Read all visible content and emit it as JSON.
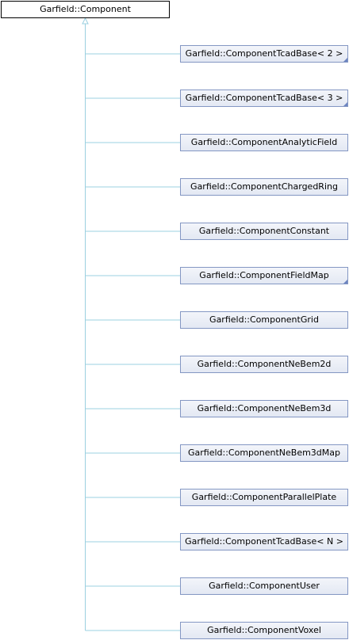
{
  "diagram": {
    "edge_color": "#9bd0e0",
    "root": {
      "label": "Garfield::Component"
    },
    "children": [
      {
        "label": "Garfield::ComponentTcadBase< 2 >",
        "truncated": true
      },
      {
        "label": "Garfield::ComponentTcadBase< 3 >",
        "truncated": true
      },
      {
        "label": "Garfield::ComponentAnalyticField",
        "truncated": false
      },
      {
        "label": "Garfield::ComponentChargedRing",
        "truncated": false
      },
      {
        "label": "Garfield::ComponentConstant",
        "truncated": false
      },
      {
        "label": "Garfield::ComponentFieldMap",
        "truncated": true
      },
      {
        "label": "Garfield::ComponentGrid",
        "truncated": false
      },
      {
        "label": "Garfield::ComponentNeBem2d",
        "truncated": false
      },
      {
        "label": "Garfield::ComponentNeBem3d",
        "truncated": false
      },
      {
        "label": "Garfield::ComponentNeBem3dMap",
        "truncated": false
      },
      {
        "label": "Garfield::ComponentParallelPlate",
        "truncated": false
      },
      {
        "label": "Garfield::ComponentTcadBase< N >",
        "truncated": false
      },
      {
        "label": "Garfield::ComponentUser",
        "truncated": false
      },
      {
        "label": "Garfield::ComponentVoxel",
        "truncated": false
      }
    ]
  }
}
